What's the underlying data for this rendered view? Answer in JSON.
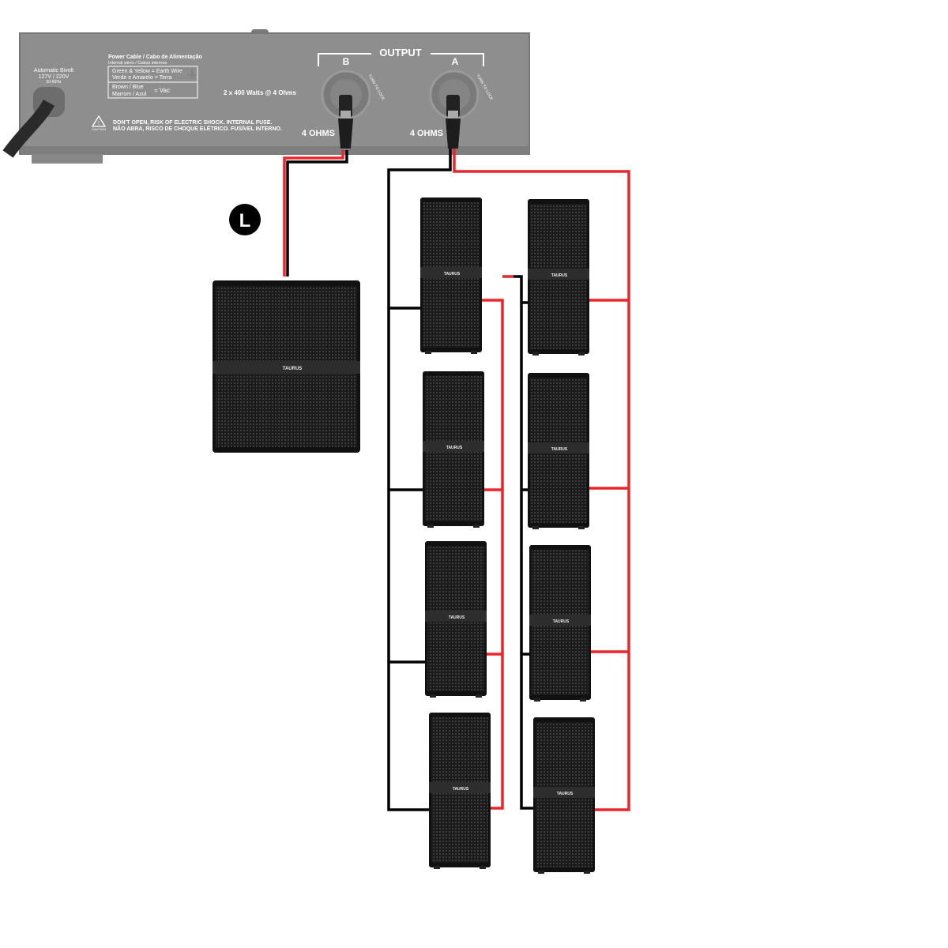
{
  "amplifier": {
    "voltage_title": "Automatic Bivolt",
    "voltage": "127V / 220V",
    "frequency": "50-60Hz",
    "power_cable_title": "Power Cable / Cabo de Alimentação",
    "internal_wires": "Internal wires / Cabos internos",
    "earth_en": "Green & Yellow = Earth Wire",
    "earth_pt": "Verde e Amarelo = Terra",
    "brown_blue": "Brown / Blue",
    "marrom_azul": "Marrom / Azul",
    "vac": "= Vac",
    "power_rating": "2 x 400 Watts @ 4 Ohms",
    "caution_label": "CAUTION",
    "warning_en": "DON'T OPEN, RISK OF ELECTRIC SHOCK. INTERNAL FUSE.",
    "warning_pt": "NÃO ABRA, RISCO DE CHOQUE ELÉTRICO. FUSÍVEL INTERNO.",
    "output_label": "OUTPUT",
    "channel_b": "B",
    "channel_a": "A",
    "turn_to_lock": "TURN TO LOCK",
    "ohms_b": "4 OHMS",
    "ohms_a": "4 OHMS"
  },
  "badge_l": "L",
  "brand_logo": "TAURUS",
  "colors": {
    "positive_wire": "#e8262b",
    "negative_wire": "#000000",
    "panel": "#8e8e8e"
  }
}
